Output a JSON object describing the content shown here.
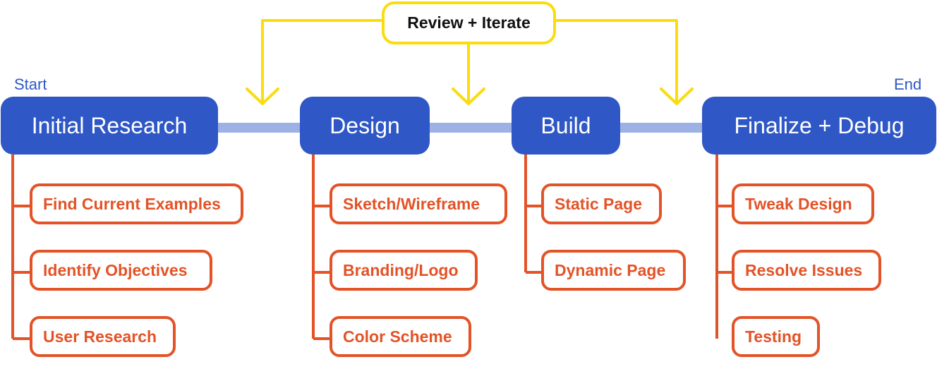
{
  "colors": {
    "phase_fill": "#2f58c6",
    "connector": "#9db1e5",
    "task_outline": "#e35327",
    "feedback": "#fadc0f"
  },
  "start_label": "Start",
  "end_label": "End",
  "feedback_loop": {
    "label": "Review + Iterate"
  },
  "phases": [
    {
      "title": "Initial Research",
      "tasks": [
        "Find Current Examples",
        "Identify Objectives",
        "User Research"
      ]
    },
    {
      "title": "Design",
      "tasks": [
        "Sketch/Wireframe",
        "Branding/Logo",
        "Color Scheme"
      ]
    },
    {
      "title": "Build",
      "tasks": [
        "Static Page",
        "Dynamic Page"
      ]
    },
    {
      "title": "Finalize + Debug",
      "tasks": [
        "Tweak Design",
        "Resolve Issues",
        "Testing"
      ]
    }
  ]
}
